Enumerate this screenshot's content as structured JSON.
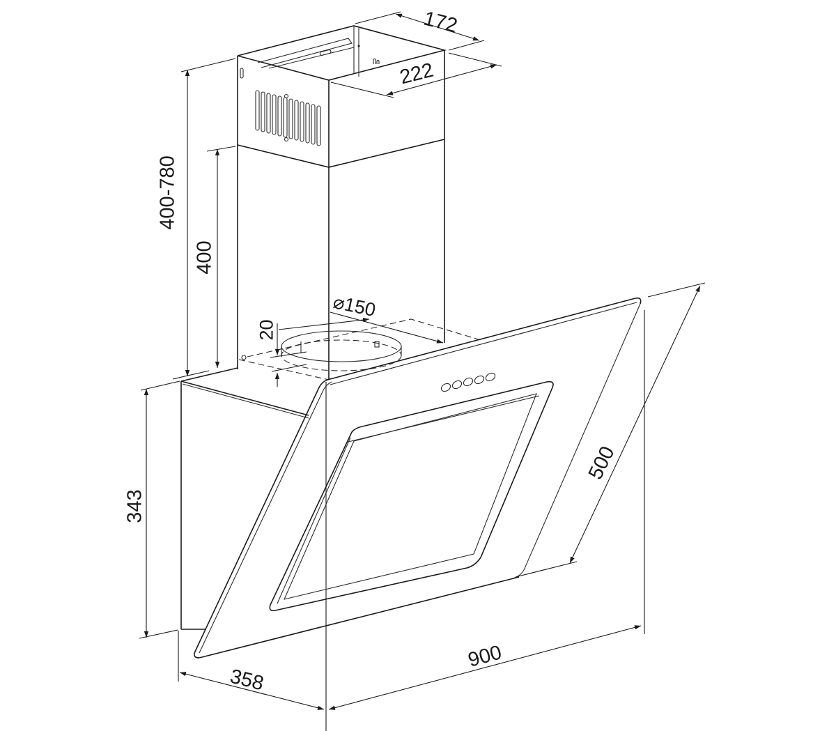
{
  "drawing": {
    "subject": "Angled glass chimney range hood — dimensional drawing",
    "units": "mm",
    "line_color": "#1a1a1a",
    "background": "#ffffff"
  },
  "dimensions": {
    "chimney_width": "172",
    "chimney_depth": "222",
    "chimney_height_range": "400-780",
    "lower_chimney_height": "400",
    "duct_diameter": "⌀150",
    "collar_height": "20",
    "body_height": "343",
    "glass_panel_height": "500",
    "total_width": "900",
    "total_depth": "358"
  },
  "components": {
    "upper_chimney": "upper-telescopic-chimney-with-vent-slots",
    "lower_chimney": "lower-chimney-cover",
    "duct_collar": "round-outlet-collar",
    "glass_panel": "angled-glass-front-panel",
    "filter_frame": "grease-filter-frame",
    "controls": {
      "button_count": 5,
      "type": "push-buttons"
    }
  }
}
